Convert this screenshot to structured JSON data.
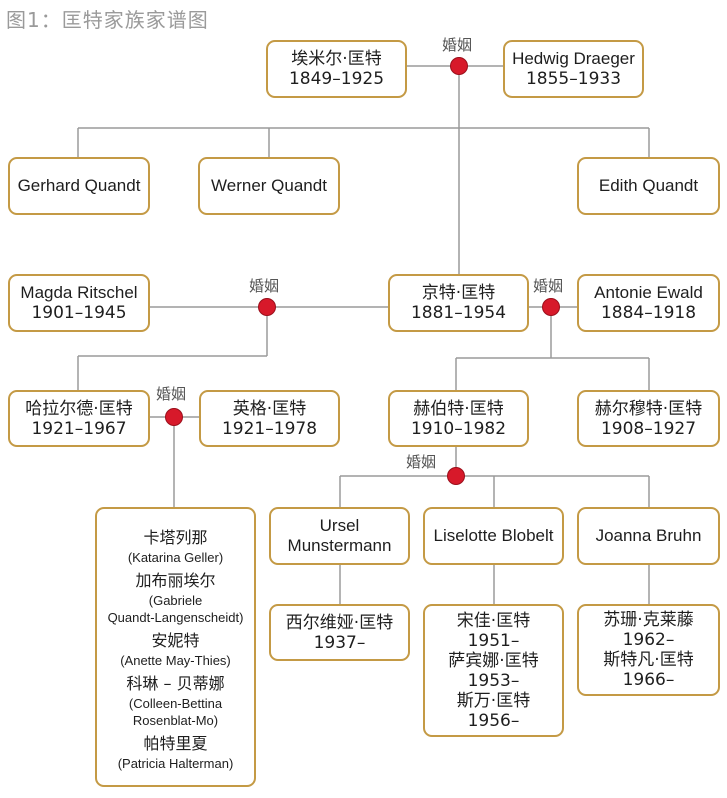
{
  "title": "图1：匡特家族家谱图",
  "marriage_label": "婚姻",
  "people": {
    "emil": {
      "name": "埃米尔·匡特",
      "years": "1849–1925"
    },
    "hedwig": {
      "name": "Hedwig Draeger",
      "years": "1855–1933"
    },
    "gerhard": {
      "name": "Gerhard Quandt"
    },
    "werner": {
      "name": "Werner Quandt"
    },
    "edith": {
      "name": "Edith Quandt"
    },
    "magda": {
      "name": "Magda Ritschel",
      "years": "1901–1945"
    },
    "guenther": {
      "name": "京特·匡特",
      "years": "1881–1954"
    },
    "antonie": {
      "name": "Antonie Ewald",
      "years": "1884–1918"
    },
    "harald": {
      "name": "哈拉尔德·匡特",
      "years": "1921–1967"
    },
    "inge": {
      "name": "英格·匡特",
      "years": "1921–1978"
    },
    "herbert": {
      "name": "赫伯特·匡特",
      "years": "1910–1982"
    },
    "hellmut": {
      "name": "赫尔穆特·匡特",
      "years": "1908–1927"
    },
    "ursel": {
      "line1": "Ursel",
      "line2": "Munstermann"
    },
    "liselotte": {
      "name": "Liselotte Blobelt"
    },
    "joanna": {
      "name": "Joanna Bruhn"
    },
    "sylvia": {
      "name": "西尔维娅·匡特",
      "years": "1937–"
    },
    "liselotte_kids": [
      {
        "name": "宋佳·匡特",
        "years": "1951–"
      },
      {
        "name": "萨宾娜·匡特",
        "years": "1953–"
      },
      {
        "name": "斯万·匡特",
        "years": "1956–"
      }
    ],
    "joanna_kids": [
      {
        "name": "苏珊·克莱藤",
        "years": "1962–"
      },
      {
        "name": "斯特凡·匡特",
        "years": "1966–"
      }
    ],
    "harald_kids": [
      {
        "cn": "卡塔列那",
        "en": "(Katarina Geller)"
      },
      {
        "cn": "加布丽埃尔",
        "en": "(Gabriele",
        "en2": "Quandt-Langenscheidt)"
      },
      {
        "cn": "安妮特",
        "en": "(Anette May-Thies)"
      },
      {
        "cn": "科琳 – 贝蒂娜",
        "en": "(Colleen-Bettina",
        "en2": "Rosenblat-Mo)"
      },
      {
        "cn": "帕特里夏",
        "en": "(Patricia Halterman)"
      }
    ]
  },
  "colors": {
    "box_border": "#c49a45",
    "marriage_dot": "#d7192a",
    "line": "#9a9a9a",
    "title": "#9a9a9a"
  }
}
